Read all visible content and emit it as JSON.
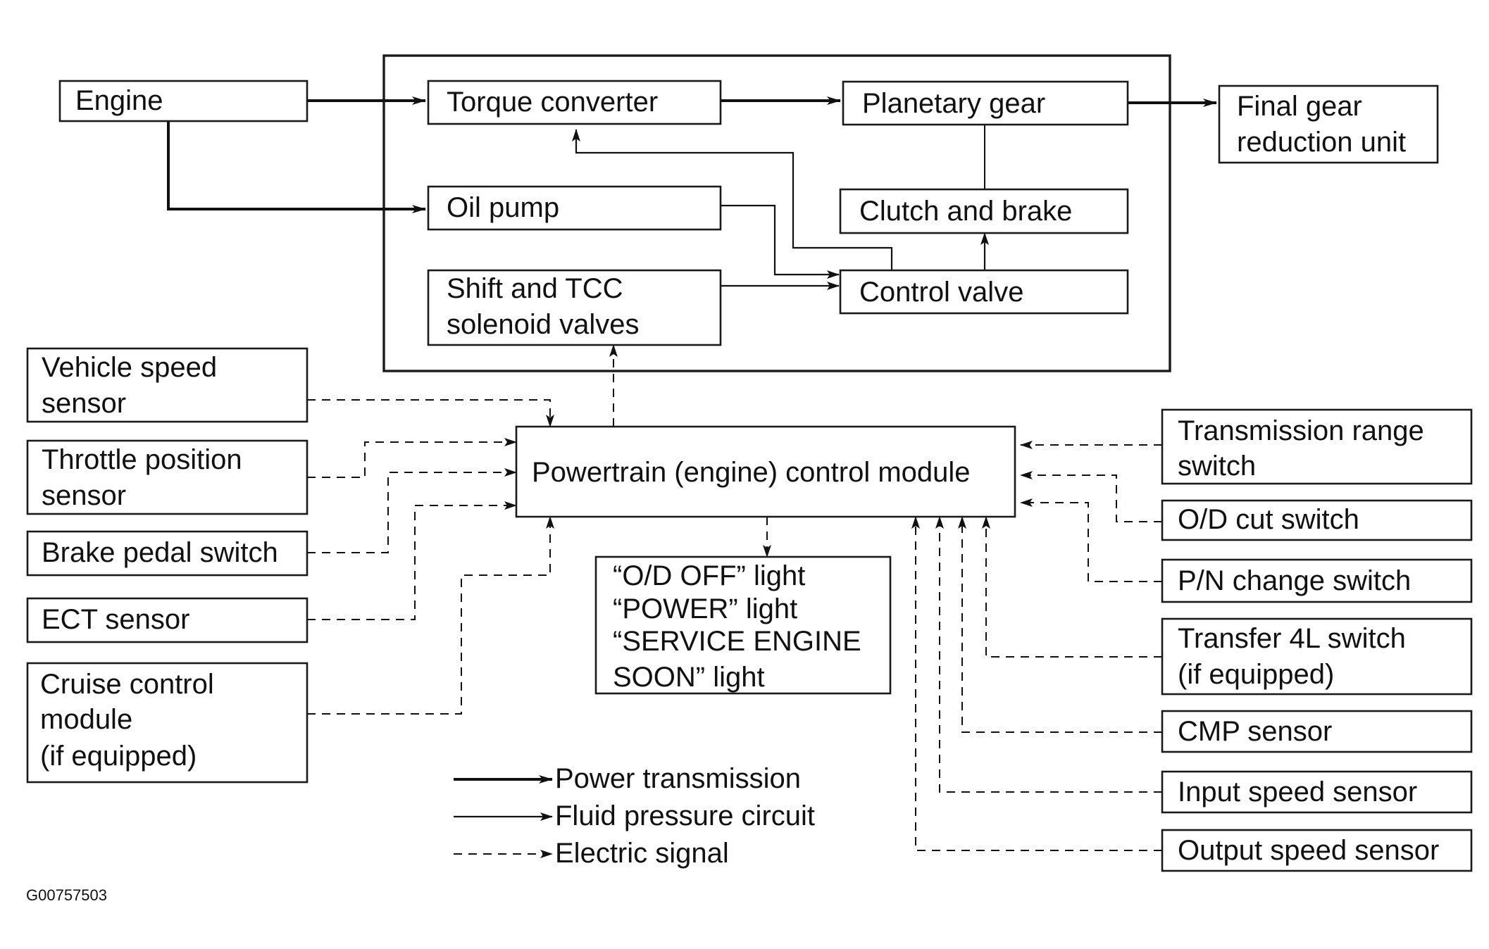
{
  "blocks": {
    "engine": "Engine",
    "torque_converter": "Torque converter",
    "planetary_gear": "Planetary gear",
    "final_gear": [
      "Final gear",
      "reduction unit"
    ],
    "oil_pump": "Oil pump",
    "clutch_brake": "Clutch and brake",
    "solenoids": [
      "Shift and TCC",
      "solenoid valves"
    ],
    "control_valve": "Control valve",
    "pcm": "Powertrain (engine) control module",
    "indicators": [
      "“O/D OFF” light",
      "“POWER” light",
      "“SERVICE ENGINE",
      "SOON” light"
    ]
  },
  "left_sensors": {
    "vehicle_speed": [
      "Vehicle speed",
      "sensor"
    ],
    "throttle_position": [
      "Throttle position",
      "sensor"
    ],
    "brake_pedal": "Brake pedal switch",
    "ect": "ECT sensor",
    "cruise_control": [
      "Cruise control",
      "module",
      "(if equipped)"
    ]
  },
  "right_sensors": {
    "range_switch": [
      "Transmission range",
      "switch"
    ],
    "od_cut": "O/D cut switch",
    "pn_change": "P/N change switch",
    "transfer_4l": [
      "Transfer 4L switch",
      "(if equipped)"
    ],
    "cmp": "CMP sensor",
    "input_speed": "Input speed sensor",
    "output_speed": "Output speed sensor"
  },
  "legend": {
    "power": "Power transmission",
    "fluid": "Fluid pressure circuit",
    "electric": "Electric signal"
  },
  "figure_code": "G00757503"
}
